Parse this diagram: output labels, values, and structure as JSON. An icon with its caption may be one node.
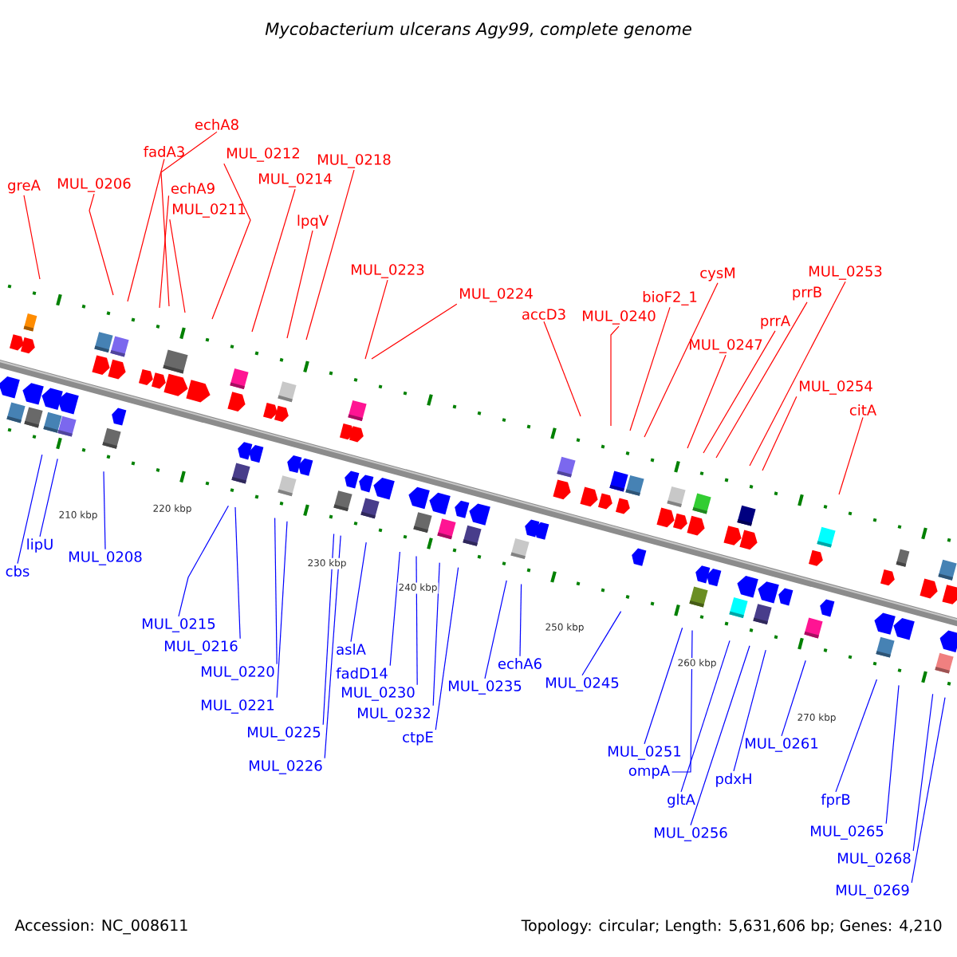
{
  "diagram": {
    "title": "Mycobacterium ulcerans Agy99, complete genome",
    "nodes": [
      {
        "text": [
          "greA"
        ]
      },
      {
        "text": [
          "MUL_0206"
        ]
      },
      {
        "text": [
          "fadA3"
        ]
      },
      {
        "text": [
          "echA8"
        ]
      },
      {
        "text": [
          "echA9"
        ]
      },
      {
        "text": [
          "MUL_0211"
        ]
      },
      {
        "text": [
          "MUL_0212"
        ]
      },
      {
        "text": [
          "MUL_0214"
        ]
      },
      {
        "text": [
          "MUL_0218"
        ]
      },
      {
        "text": [
          "lpqV"
        ]
      },
      {
        "text": [
          "MUL_0223"
        ]
      },
      {
        "text": [
          "MUL_0224"
        ]
      },
      {
        "text": [
          "accD3"
        ]
      },
      {
        "text": [
          "MUL_0240"
        ]
      },
      {
        "text": [
          "bioF2_1"
        ]
      },
      {
        "text": [
          "cysM"
        ]
      },
      {
        "text": [
          "MUL_0247"
        ]
      },
      {
        "text": [
          "prrA"
        ]
      },
      {
        "text": [
          "prrB"
        ]
      },
      {
        "text": [
          "MUL_0253"
        ]
      },
      {
        "text": [
          "MUL_0254"
        ]
      },
      {
        "text": [
          "citA"
        ]
      },
      {
        "text": [
          "cbs"
        ]
      },
      {
        "text": [
          "lipU"
        ]
      },
      {
        "text": [
          "MUL_0208"
        ]
      },
      {
        "text": [
          "MUL_0215"
        ]
      },
      {
        "text": [
          "MUL_0216"
        ]
      },
      {
        "text": [
          "MUL_0220"
        ]
      },
      {
        "text": [
          "MUL_0221"
        ]
      },
      {
        "text": [
          "MUL_0225"
        ]
      },
      {
        "text": [
          "MUL_0226"
        ]
      },
      {
        "text": [
          "aslA"
        ]
      },
      {
        "text": [
          "fadD14"
        ]
      },
      {
        "text": [
          "MUL_0230"
        ]
      },
      {
        "text": [
          "MUL_0232"
        ]
      },
      {
        "text": [
          "ctpE"
        ]
      },
      {
        "text": [
          "MUL_0235"
        ]
      },
      {
        "text": [
          "echA6"
        ]
      },
      {
        "text": [
          "MUL_0245"
        ]
      },
      {
        "text": [
          "MUL_0251"
        ]
      },
      {
        "text": [
          "ompA"
        ]
      },
      {
        "text": [
          "gltA"
        ]
      },
      {
        "text": [
          "MUL_0256"
        ]
      },
      {
        "text": [
          "pdxH"
        ]
      },
      {
        "text": [
          "MUL_0261"
        ]
      },
      {
        "text": [
          "fprB"
        ]
      },
      {
        "text": [
          "MUL_0265"
        ]
      },
      {
        "text": [
          "MUL_0268"
        ]
      },
      {
        "text": [
          "MUL_0269"
        ]
      }
    ],
    "edges": [
      {
        "from": 0,
        "to": null,
        "arrow": "none",
        "color": "#ff0000"
      },
      {
        "from": 1,
        "to": null,
        "arrow": "none",
        "color": "#ff0000"
      },
      {
        "from": 2,
        "to": null,
        "arrow": "none",
        "color": "#ff0000"
      },
      {
        "from": 3,
        "to": null,
        "arrow": "none",
        "color": "#ff0000"
      },
      {
        "from": 4,
        "to": null,
        "arrow": "none",
        "color": "#ff0000"
      },
      {
        "from": 5,
        "to": null,
        "arrow": "none",
        "color": "#ff0000"
      },
      {
        "from": 6,
        "to": null,
        "arrow": "none",
        "color": "#ff0000"
      },
      {
        "from": 7,
        "to": null,
        "arrow": "none",
        "color": "#ff0000"
      },
      {
        "from": 8,
        "to": null,
        "arrow": "none",
        "color": "#ff0000"
      },
      {
        "from": 9,
        "to": null,
        "arrow": "none",
        "color": "#ff0000"
      },
      {
        "from": 10,
        "to": null,
        "arrow": "none",
        "color": "#ff0000"
      },
      {
        "from": 11,
        "to": null,
        "arrow": "none",
        "color": "#ff0000"
      },
      {
        "from": 12,
        "to": null,
        "arrow": "none",
        "color": "#ff0000"
      },
      {
        "from": 13,
        "to": null,
        "arrow": "none",
        "color": "#ff0000"
      },
      {
        "from": 14,
        "to": null,
        "arrow": "none",
        "color": "#ff0000"
      },
      {
        "from": 15,
        "to": null,
        "arrow": "none",
        "color": "#ff0000"
      },
      {
        "from": 16,
        "to": null,
        "arrow": "none",
        "color": "#ff0000"
      },
      {
        "from": 17,
        "to": null,
        "arrow": "none",
        "color": "#ff0000"
      },
      {
        "from": 18,
        "to": null,
        "arrow": "none",
        "color": "#ff0000"
      },
      {
        "from": 19,
        "to": null,
        "arrow": "none",
        "color": "#ff0000"
      },
      {
        "from": 20,
        "to": null,
        "arrow": "none",
        "color": "#ff0000"
      },
      {
        "from": 21,
        "to": null,
        "arrow": "none",
        "color": "#ff0000"
      },
      {
        "from": 22,
        "to": null,
        "arrow": "none",
        "color": "#0000ff"
      },
      {
        "from": 23,
        "to": null,
        "arrow": "none",
        "color": "#0000ff"
      },
      {
        "from": 24,
        "to": null,
        "arrow": "none",
        "color": "#0000ff"
      },
      {
        "from": 25,
        "to": null,
        "arrow": "none",
        "color": "#0000ff"
      },
      {
        "from": 26,
        "to": null,
        "arrow": "none",
        "color": "#0000ff"
      },
      {
        "from": 27,
        "to": null,
        "arrow": "none",
        "color": "#0000ff"
      },
      {
        "from": 28,
        "to": null,
        "arrow": "none",
        "color": "#0000ff"
      },
      {
        "from": 29,
        "to": null,
        "arrow": "none",
        "color": "#0000ff"
      },
      {
        "from": 30,
        "to": null,
        "arrow": "none",
        "color": "#0000ff"
      },
      {
        "from": 31,
        "to": null,
        "arrow": "none",
        "color": "#0000ff"
      },
      {
        "from": 32,
        "to": null,
        "arrow": "none",
        "color": "#0000ff"
      },
      {
        "from": 33,
        "to": null,
        "arrow": "none",
        "color": "#0000ff"
      },
      {
        "from": 34,
        "to": null,
        "arrow": "none",
        "color": "#0000ff"
      },
      {
        "from": 35,
        "to": null,
        "arrow": "none",
        "color": "#0000ff"
      },
      {
        "from": 36,
        "to": null,
        "arrow": "none",
        "color": "#0000ff"
      },
      {
        "from": 37,
        "to": null,
        "arrow": "none",
        "color": "#0000ff"
      },
      {
        "from": 38,
        "to": null,
        "arrow": "none",
        "color": "#0000ff"
      },
      {
        "from": 39,
        "to": null,
        "arrow": "none",
        "color": "#0000ff"
      },
      {
        "from": 40,
        "to": null,
        "arrow": "none",
        "color": "#0000ff"
      },
      {
        "from": 41,
        "to": null,
        "arrow": "none",
        "color": "#0000ff"
      },
      {
        "from": 42,
        "to": null,
        "arrow": "none",
        "color": "#0000ff"
      },
      {
        "from": 43,
        "to": null,
        "arrow": "none",
        "color": "#0000ff"
      },
      {
        "from": 44,
        "to": null,
        "arrow": "none",
        "color": "#0000ff"
      },
      {
        "from": 45,
        "to": null,
        "arrow": "none",
        "color": "#0000ff"
      },
      {
        "from": 46,
        "to": null,
        "arrow": "none",
        "color": "#0000ff"
      },
      {
        "from": 47,
        "to": null,
        "arrow": "none",
        "color": "#0000ff"
      },
      {
        "from": 48,
        "to": null,
        "arrow": "none",
        "color": "#0000ff"
      }
    ],
    "labels": [
      "210 kbp",
      "220 kbp",
      "230 kbp",
      "240 kbp",
      "250 kbp",
      "260 kbp",
      "270 kbp",
      "Accession: NC_008611",
      "Topology: circular; Length: 5,631,606 bp; Genes: 4,210"
    ]
  }
}
